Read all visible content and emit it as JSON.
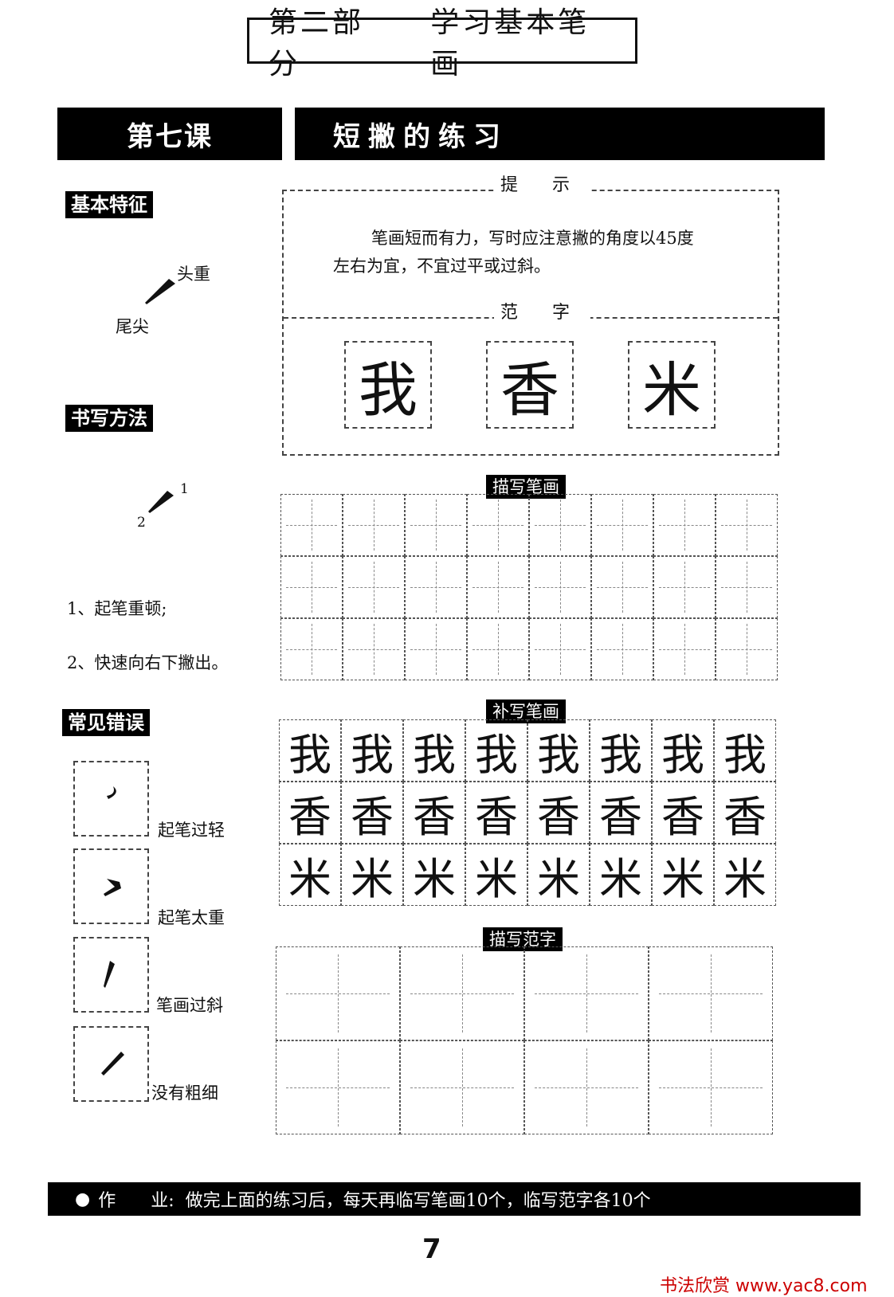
{
  "header": {
    "part": "第二部分",
    "title": "学习基本笔画"
  },
  "lesson": {
    "number": "第七课",
    "topic": "短撇的练习"
  },
  "left": {
    "features_label": "基本特征",
    "head_label": "头重",
    "tail_label": "尾尖",
    "method_label": "书写方法",
    "step_num_1": "1",
    "step_num_2": "2",
    "step1": "1、起笔重顿;",
    "step2": "2、快速向右下撇出。",
    "errors_label": "常见错误",
    "errors": [
      "起笔过轻",
      "起笔太重",
      "笔画过斜",
      "没有粗细"
    ]
  },
  "tip": {
    "label": "提 示",
    "text1": "笔画短而有力，写时应注意撇的角度以45度",
    "text2": "左右为宜，不宜过平或过斜。",
    "sample_label": "范 字",
    "samples": [
      "我",
      "香",
      "米"
    ]
  },
  "practice": {
    "trace_stroke_label": "描写笔画",
    "fill_stroke_label": "补写笔画",
    "trace_char_label": "描写范字",
    "rows": [
      "我",
      "香",
      "米"
    ]
  },
  "footer": {
    "homework_bullet": "●",
    "homework_label": "作　　业:",
    "homework_text": "做完上面的练习后，每天再临写笔画10个，临写范字各10个",
    "page_number": "7",
    "watermark": "书法欣赏 www.yac8.com"
  }
}
